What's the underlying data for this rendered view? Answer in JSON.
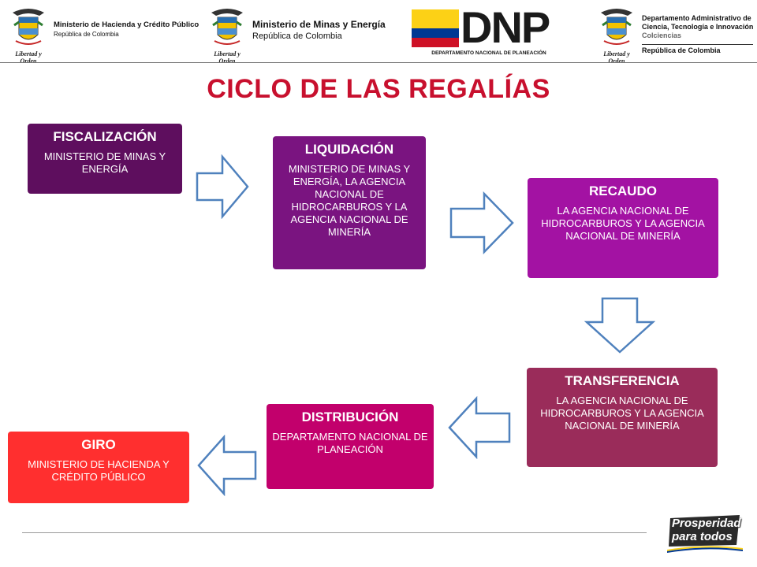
{
  "header": {
    "hacienda": {
      "line1": "Ministerio de Hacienda y Crédito Público",
      "line2": "República de Colombia",
      "motto": "Libertad y Orden"
    },
    "minas": {
      "line1": "Ministerio de Minas y Energía",
      "line2": "República de Colombia",
      "motto": "Libertad y Orden"
    },
    "dnp": {
      "word": "DNP",
      "subtitle": "DEPARTAMENTO NACIONAL DE PLANEACIÓN"
    },
    "colciencias": {
      "line1": "Departamento Administrativo de",
      "line2": "Ciencia, Tecnología e Innovación",
      "line3": "Colciencias",
      "line4": "República de Colombia",
      "motto": "Libertad y Orden"
    }
  },
  "title": "CICLO DE LAS REGALÍAS",
  "steps": [
    {
      "title": "FISCALIZACIÓN",
      "desc": "MINISTERIO DE MINAS Y ENERGÍA",
      "color": "#5e0e5e"
    },
    {
      "title": "LIQUIDACIÓN",
      "desc": "MINISTERIO DE MINAS Y ENERGÍA, LA AGENCIA NACIONAL DE HIDROCARBUROS Y LA AGENCIA NACIONAL DE MINERÍA",
      "color": "#7a1480"
    },
    {
      "title": "RECAUDO",
      "desc": "LA AGENCIA NACIONAL DE HIDROCARBUROS Y LA AGENCIA NACIONAL DE MINERÍA",
      "color": "#a312a3"
    },
    {
      "title": "TRANSFERENCIA",
      "desc": "LA AGENCIA NACIONAL DE HIDROCARBUROS Y LA AGENCIA NACIONAL DE MINERÍA",
      "color": "#9a2c5a"
    },
    {
      "title": "DISTRIBUCIÓN",
      "desc": "DEPARTAMENTO NACIONAL DE PLANEACIÓN",
      "color": "#c2006c"
    },
    {
      "title": "GIRO",
      "desc": "MINISTERIO DE HACIENDA Y CRÉDITO PÚBLICO",
      "color": "#ff2f2f"
    }
  ],
  "arrows": [
    {
      "from": "FISCALIZACIÓN",
      "to": "LIQUIDACIÓN",
      "direction": "right"
    },
    {
      "from": "LIQUIDACIÓN",
      "to": "RECAUDO",
      "direction": "right"
    },
    {
      "from": "RECAUDO",
      "to": "TRANSFERENCIA",
      "direction": "down"
    },
    {
      "from": "TRANSFERENCIA",
      "to": "DISTRIBUCIÓN",
      "direction": "left"
    },
    {
      "from": "DISTRIBUCIÓN",
      "to": "GIRO",
      "direction": "left"
    }
  ],
  "footer": {
    "brand_line1": "Prosperidad",
    "brand_line2": "para todos"
  },
  "colors": {
    "title": "#c8102e",
    "arrow_stroke": "#4f81bd",
    "flag_yellow": "#fcd116",
    "flag_blue": "#003893",
    "flag_red": "#ce1126"
  }
}
